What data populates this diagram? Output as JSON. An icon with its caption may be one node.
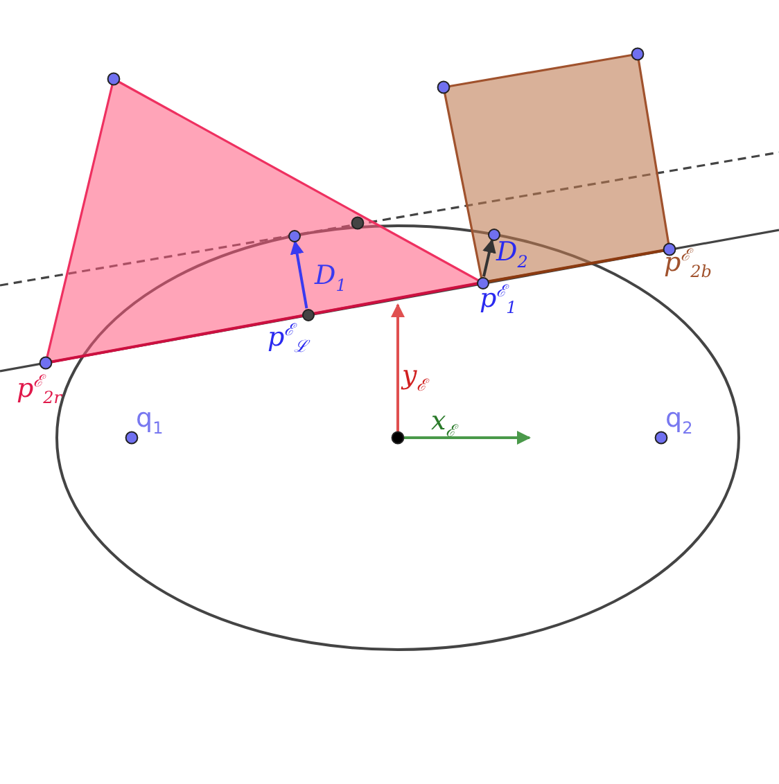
{
  "diagram": {
    "nodes": [
      {
        "text": [],
        "shape": "circle",
        "beside": [
          "p$^{ℰ}$$_{ℒ}$"
        ]
      },
      {
        "text": [],
        "shape": "circle"
      },
      {
        "text": [],
        "shape": "circle",
        "beside": [
          "p$^{ℰ}$$_{1}$"
        ]
      },
      {
        "text": [],
        "shape": "circle"
      }
    ],
    "edges": [
      {
        "from": 0,
        "to": 1,
        "arrow": "to",
        "label": "D$_{1}$",
        "color": "#3a3af0"
      },
      {
        "from": 2,
        "to": 3,
        "arrow": "to",
        "label": "D$_{2}$",
        "color": "#333333"
      }
    ],
    "labels": [
      "p$^{ℰ}$$_{2r}$",
      "p$^{ℰ}$$_{2b}$",
      "y$_{ℰ}$",
      "x$_{ℰ}$",
      "q$_{1}$",
      "q$_{2}$"
    ]
  }
}
